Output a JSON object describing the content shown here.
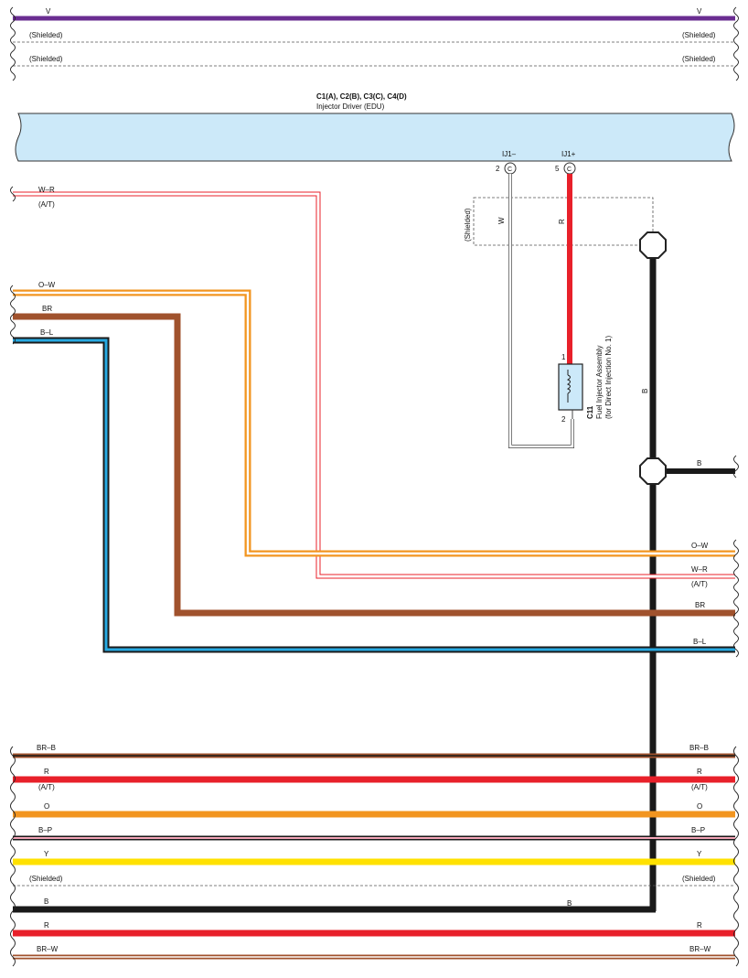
{
  "edu": {
    "connector": "C1(A), C2(B), C3(C), C4(D)",
    "name": "Injector Driver (EDU)",
    "pins": [
      {
        "name": "IJ1–",
        "no": "2",
        "letter": "C"
      },
      {
        "name": "IJ1+",
        "no": "5",
        "letter": "C"
      }
    ]
  },
  "injector": {
    "code": "C11",
    "name": "Fuel Injector Assembly",
    "sub": "(for Direct Injection No. 1)",
    "pin1": "1",
    "pin2": "2"
  },
  "labels": {
    "shielded": "(Shielded)",
    "at": "(A/T)",
    "V": "V",
    "W_R": "W–R",
    "O_W": "O–W",
    "BR": "BR",
    "B_L": "B–L",
    "W": "W",
    "R": "R",
    "B": "B",
    "BR_B": "BR–B",
    "O": "O",
    "B_P": "B–P",
    "Y": "Y",
    "BR_W": "BR–W"
  },
  "colors": {
    "violet": "#6a2d91",
    "red": "#e8202a",
    "orange": "#f29520",
    "brown": "#a0522d",
    "blue": "#27a9e1",
    "black": "#1a1a1a",
    "yellow": "#ffe100",
    "pink": "#f4a6b8",
    "edu_fill": "#cce9f9"
  }
}
